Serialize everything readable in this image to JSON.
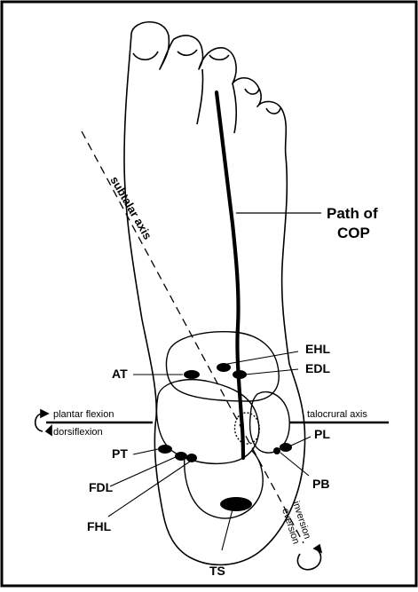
{
  "labels": {
    "path_of_cop_line1": "Path of",
    "path_of_cop_line2": "COP",
    "subtalar_axis": "subtalar axis",
    "talocrural_axis": "talocrural axis",
    "plantar_flexion": "plantar flexion",
    "dorsiflexion": "dorsiflexion",
    "inversion": "inversion",
    "eversion": "eversion",
    "AT": "AT",
    "EHL": "EHL",
    "EDL": "EDL",
    "PT": "PT",
    "FDL": "FDL",
    "FHL": "FHL",
    "PL": "PL",
    "PB": "PB",
    "TS": "TS"
  },
  "colors": {
    "ink": "#000000",
    "paper": "#ffffff",
    "frame": "#000000"
  }
}
